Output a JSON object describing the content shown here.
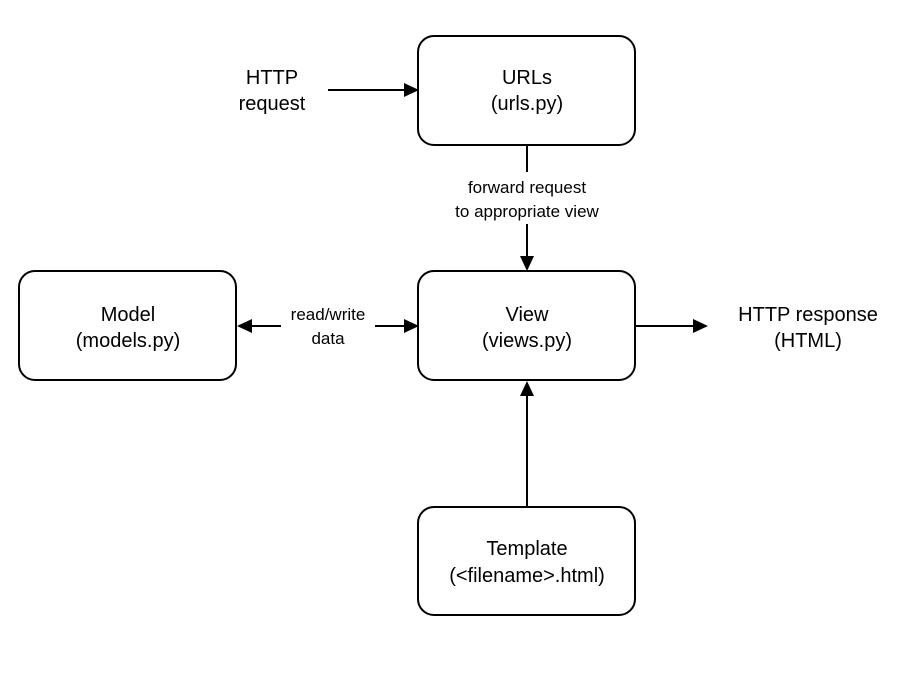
{
  "nodes": {
    "urls": {
      "line1": "URLs",
      "line2": "(urls.py)"
    },
    "view": {
      "line1": "View",
      "line2": "(views.py)"
    },
    "model": {
      "line1": "Model",
      "line2": "(models.py)"
    },
    "template": {
      "line1": "Template",
      "line2": "(<filename>.html)"
    }
  },
  "labels": {
    "http_request": {
      "line1": "HTTP",
      "line2": "request"
    },
    "http_response": {
      "line1": "HTTP response",
      "line2": "(HTML)"
    }
  },
  "edges": {
    "forward": {
      "line1": "forward request",
      "line2": "to appropriate view"
    },
    "readwrite": {
      "line1": "read/write",
      "line2": "data"
    }
  },
  "colors": {
    "stroke": "#000000",
    "fill": "#ffffff",
    "text": "#000000"
  }
}
